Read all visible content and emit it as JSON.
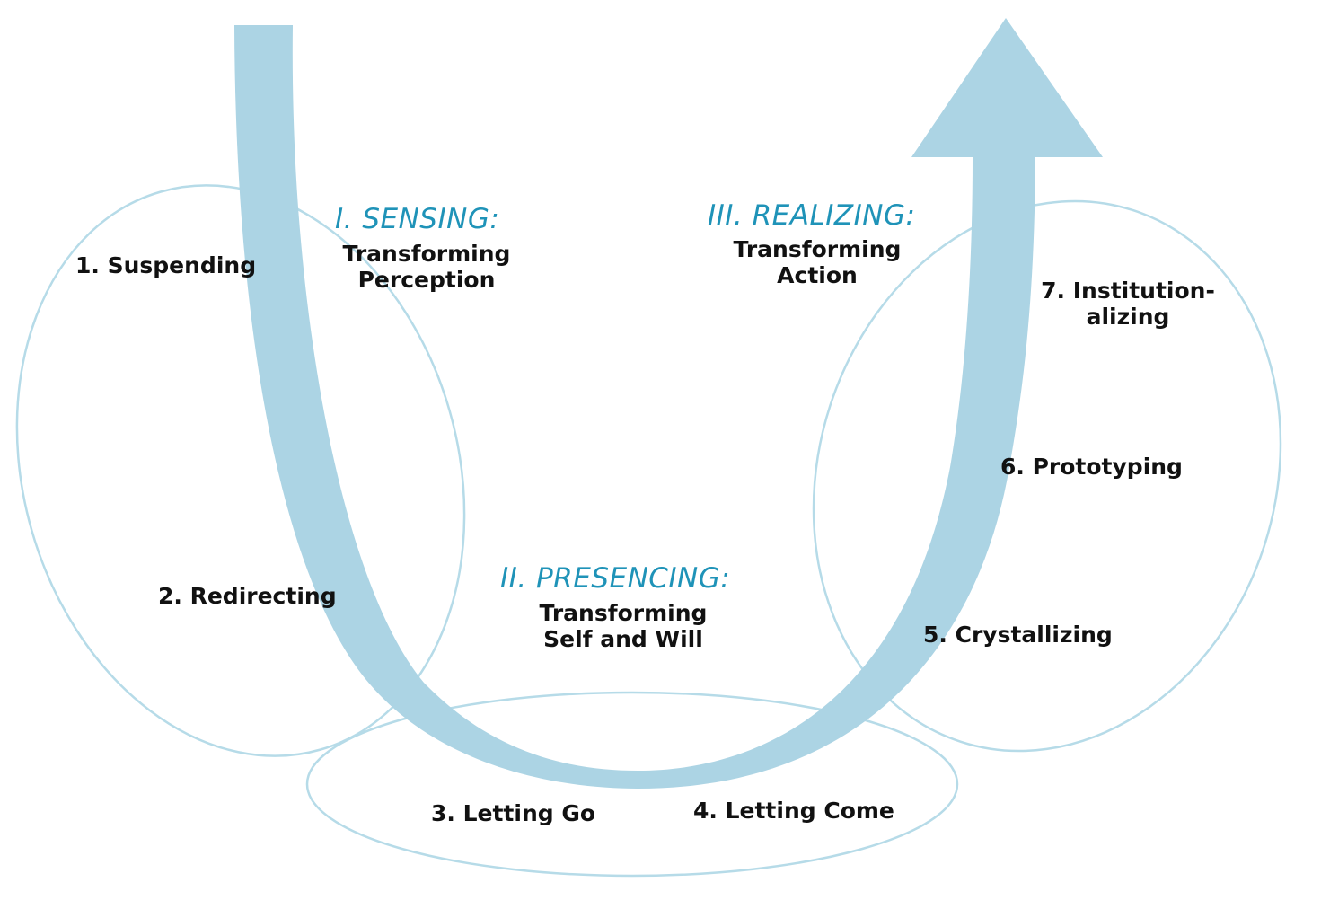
{
  "colors": {
    "arrow": "#acd4e4",
    "loop": "#b6dbe8",
    "phase_title": "#1f93b8",
    "text": "#111111"
  },
  "phases": {
    "sensing": {
      "title": "I.  SENSING:",
      "line1": "Transforming",
      "line2": "Perception"
    },
    "presencing": {
      "title": "II.  PRESENCING:",
      "line1": "Transforming",
      "line2": "Self and Will"
    },
    "realizing": {
      "title": "III.  REALIZING:",
      "line1": "Transforming",
      "line2": "Action"
    }
  },
  "steps": {
    "s1": "1. Suspending",
    "s2": "2. Redirecting",
    "s3": "3. Letting Go",
    "s4": "4. Letting Come",
    "s5": "5. Crystallizing",
    "s6": "6. Prototyping",
    "s7_line1": "7. Institution-",
    "s7_line2": "alizing"
  }
}
